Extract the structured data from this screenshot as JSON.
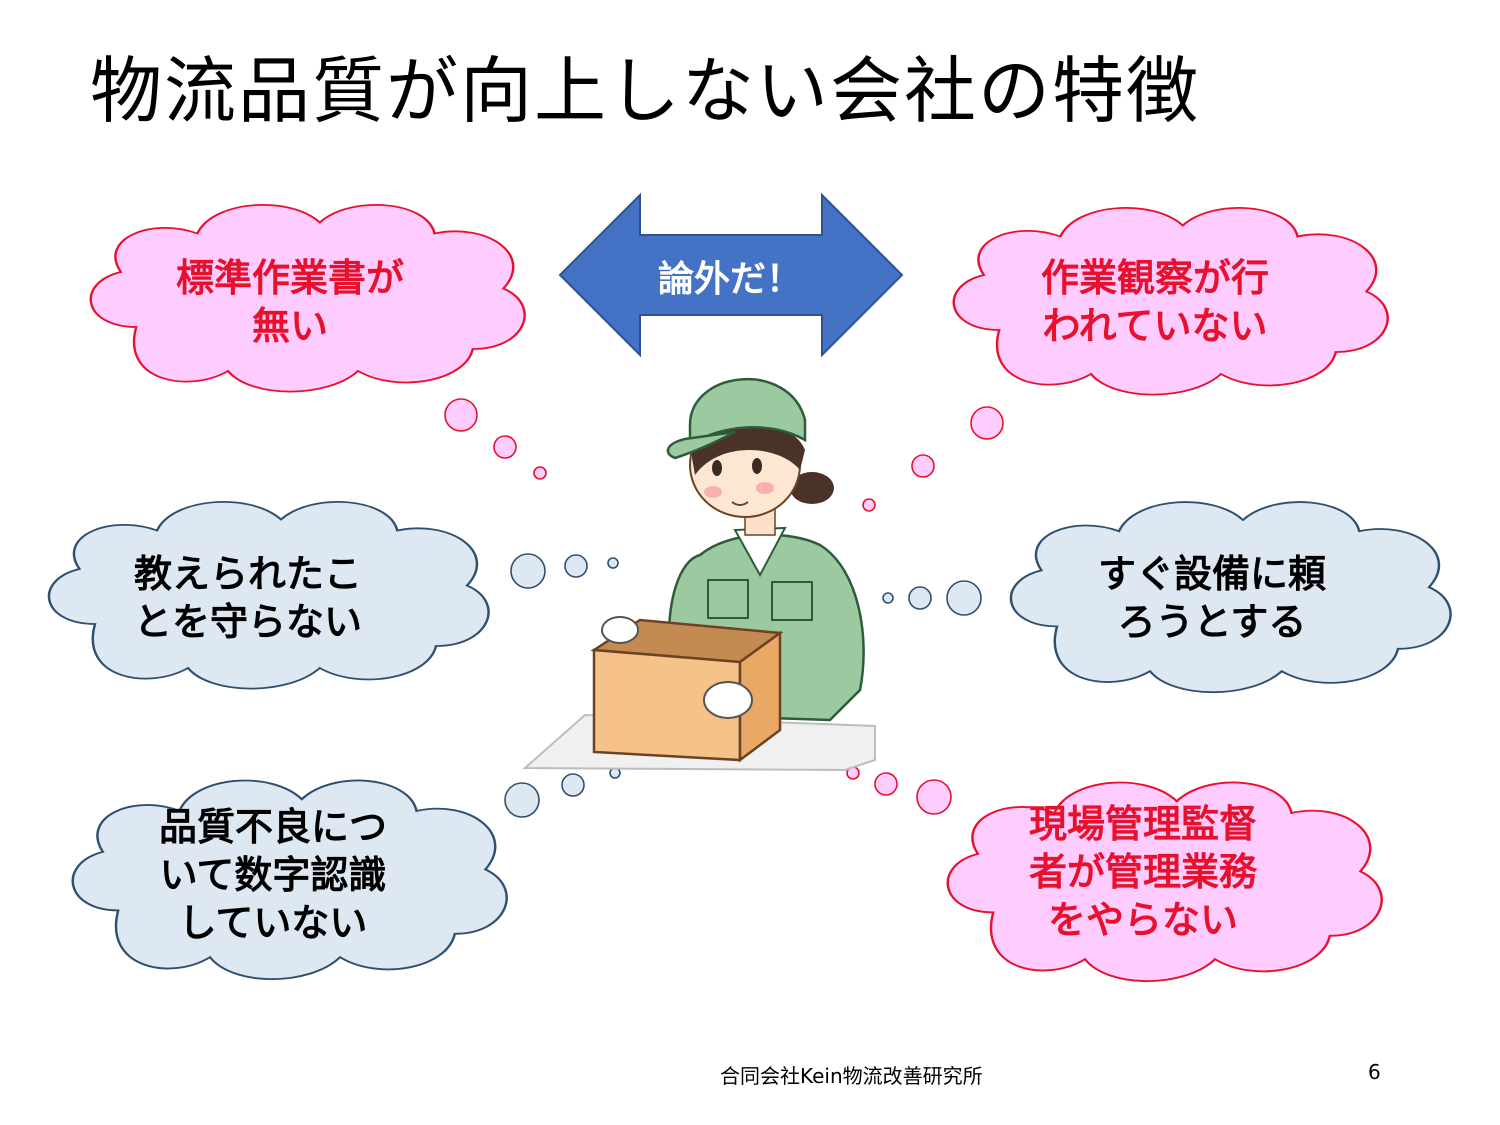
{
  "title": "物流品質が向上しない会社の特徴",
  "center_arrow": {
    "label": "論外だ！"
  },
  "bubbles": {
    "top_left": "標準作業書が\n無い",
    "top_right": "作業観察が行\nわれていない",
    "middle_left": "教えられたこ\nとを守らない",
    "middle_right": "すぐ設備に頼\nろうとする",
    "bottom_left": "品質不良につ\nいて数字認識\nしていない",
    "bottom_right": "現場管理監督\n者が管理業務\nをやらない"
  },
  "footer": {
    "company": "合同会社Kein物流改善研究所",
    "page_number": "6"
  },
  "colors": {
    "pink_fill": "#ffccff",
    "pink_stroke": "#e8112d",
    "blue_fill": "#dde8f3",
    "blue_stroke": "#2f4f6f",
    "arrow_fill": "#4472c4",
    "pink_text": "#e8112d"
  }
}
